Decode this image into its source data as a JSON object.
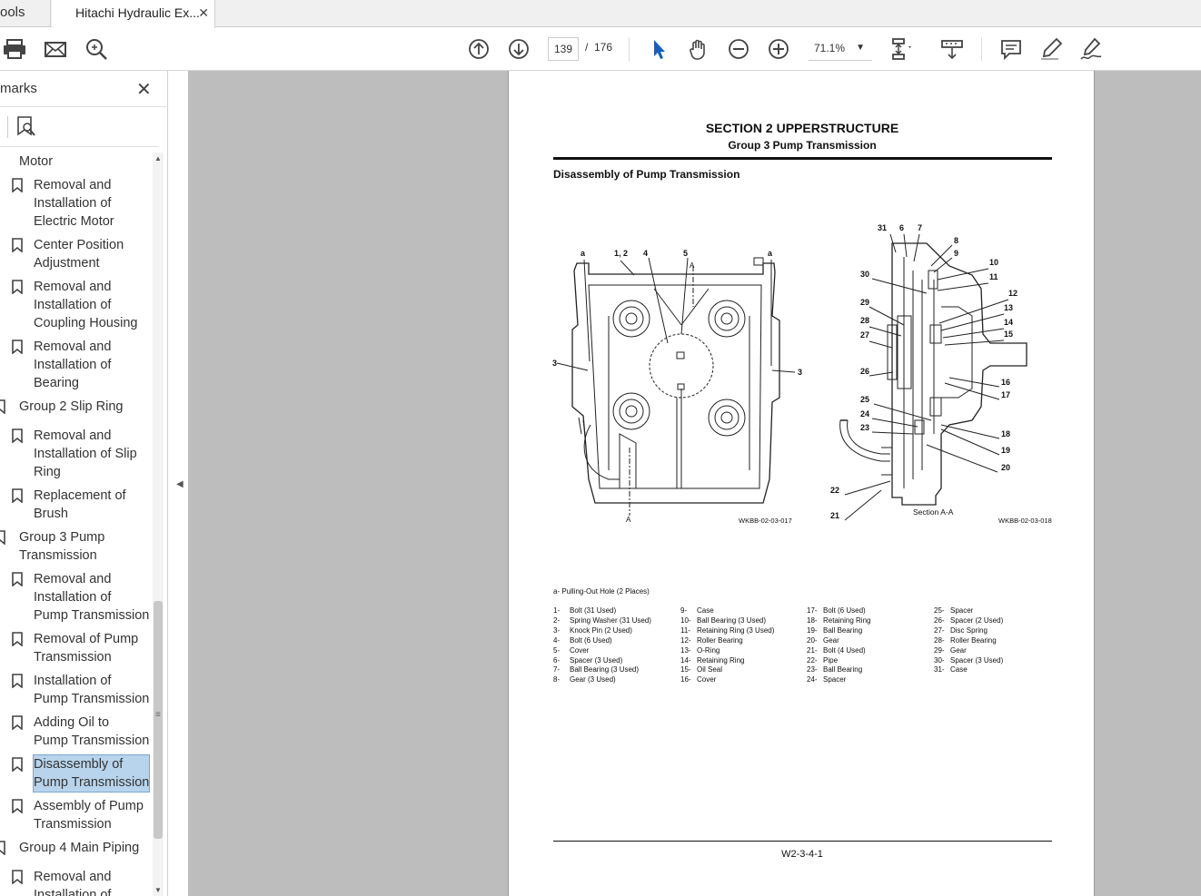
{
  "tabs": {
    "tools_label": "ools",
    "document_label": "Hitachi Hydraulic Ex...",
    "close_glyph": "✕"
  },
  "toolbar": {
    "current_page": "139",
    "page_separator": "/",
    "total_pages": "176",
    "zoom": "71.1%",
    "icons": [
      "print-icon",
      "email-icon",
      "search-icon",
      "page-up-icon",
      "page-down-icon",
      "select-cursor-icon",
      "hand-icon",
      "zoom-out-icon",
      "zoom-in-icon",
      "fit-page-icon",
      "scroll-mode-icon",
      "comment-icon",
      "highlight-icon",
      "sign-icon"
    ]
  },
  "sidebar": {
    "title": "marks",
    "items": [
      {
        "label": "Motor",
        "level": 1,
        "lines": [
          "Motor"
        ]
      },
      {
        "label": "Removal and Installation of Electric Motor",
        "level": 2,
        "lines": [
          "Removal and",
          "Installation of",
          "Electric Motor"
        ]
      },
      {
        "label": "Center Position Adjustment",
        "level": 2,
        "lines": [
          "Center Position",
          "Adjustment"
        ]
      },
      {
        "label": "Removal and Installation of Coupling Housing",
        "level": 2,
        "lines": [
          "Removal and",
          "Installation of",
          "Coupling Housing"
        ]
      },
      {
        "label": "Removal and Installation of Bearing",
        "level": 2,
        "lines": [
          "Removal and",
          "Installation of",
          "Bearing"
        ]
      },
      {
        "label": "Group 2 Slip Ring",
        "level": 1,
        "lines": [
          "Group 2 Slip Ring"
        ]
      },
      {
        "label": "Removal and Installation of Slip Ring",
        "level": 2,
        "lines": [
          "Removal and",
          "Installation of Slip",
          "Ring"
        ]
      },
      {
        "label": "Replacement of Brush",
        "level": 2,
        "lines": [
          "Replacement of",
          "Brush"
        ]
      },
      {
        "label": "Group 3 Pump Transmission",
        "level": 1,
        "lines": [
          "Group 3 Pump",
          "Transmission"
        ]
      },
      {
        "label": "Removal and Installation of Pump Transmission",
        "level": 2,
        "lines": [
          "Removal and",
          "Installation of",
          "Pump Transmission"
        ]
      },
      {
        "label": "Removal of Pump Transmission",
        "level": 2,
        "lines": [
          "Removal of Pump",
          "Transmission"
        ]
      },
      {
        "label": "Installation of Pump Transmission",
        "level": 2,
        "lines": [
          "Installation of",
          "Pump Transmission"
        ]
      },
      {
        "label": "Adding Oil to Pump Transmission",
        "level": 2,
        "lines": [
          "Adding Oil to",
          "Pump Transmission"
        ]
      },
      {
        "label": "Disassembly of Pump Transmission",
        "level": 2,
        "lines": [
          "Disassembly of",
          "Pump Transmission"
        ],
        "selected": true
      },
      {
        "label": "Assembly of Pump Transmission",
        "level": 2,
        "lines": [
          "Assembly of Pump",
          "Transmission"
        ]
      },
      {
        "label": "Group 4 Main Piping",
        "level": 1,
        "lines": [
          "Group 4 Main Piping"
        ]
      },
      {
        "label": "Removal and Installation of",
        "level": 2,
        "lines": [
          "Removal and",
          "Installation of"
        ]
      }
    ]
  },
  "page": {
    "section_title": "SECTION 2 UPPERSTRUCTURE",
    "group_title": "Group 3 Pump Transmission",
    "heading": "Disassembly of Pump Transmission",
    "figure_code_left": "WKBB-02-03-017",
    "figure_code_right": "WKBB-02-03-018",
    "section_label": "Section A-A",
    "legend_a": "a-    Pulling-Out Hole (2 Places)",
    "parts_columns": [
      [
        [
          "1-",
          "Bolt (31 Used)"
        ],
        [
          "2-",
          "Spring Washer (31 Used)"
        ],
        [
          "3-",
          "Knock Pin (2 Used)"
        ],
        [
          "4-",
          "Bolt (6 Used)"
        ],
        [
          "5-",
          "Cover"
        ],
        [
          "6-",
          "Spacer (3 Used)"
        ],
        [
          "7-",
          "Ball Bearing (3 Used)"
        ],
        [
          "8-",
          "Gear (3 Used)"
        ]
      ],
      [
        [
          "9-",
          "Case"
        ],
        [
          "10-",
          "Ball Bearing (3 Used)"
        ],
        [
          "11-",
          "Retaining Ring (3 Used)"
        ],
        [
          "12-",
          "Roller Bearing"
        ],
        [
          "13-",
          "O-Ring"
        ],
        [
          "14-",
          "Retaining Ring"
        ],
        [
          "15-",
          "Oil Seal"
        ],
        [
          "16-",
          "Cover"
        ]
      ],
      [
        [
          "17-",
          "Bolt (6 Used)"
        ],
        [
          "18-",
          "Retaining Ring"
        ],
        [
          "19-",
          "Ball Bearing"
        ],
        [
          "20-",
          "Gear"
        ],
        [
          "21-",
          "Bolt (4 Used)"
        ],
        [
          "22-",
          "Pipe"
        ],
        [
          "23-",
          "Ball Bearing"
        ],
        [
          "24-",
          "Spacer"
        ]
      ],
      [
        [
          "25-",
          "Spacer"
        ],
        [
          "26-",
          "Spacer (2 Used)"
        ],
        [
          "27-",
          "Disc Spring"
        ],
        [
          "28-",
          "Roller Bearing"
        ],
        [
          "29-",
          "Gear"
        ],
        [
          "30-",
          "Spacer (3 Used)"
        ],
        [
          "31-",
          "Case"
        ]
      ]
    ],
    "page_number": "W2-3-4-1",
    "left_callouts": [
      "a",
      "1, 2",
      "4",
      "5",
      "a",
      "3",
      "3",
      "A",
      "A"
    ],
    "right_callouts": [
      "31",
      "6",
      "7",
      "8",
      "9",
      "10",
      "11",
      "30",
      "12",
      "29",
      "13",
      "28",
      "14",
      "27",
      "15",
      "26",
      "16",
      "17",
      "25",
      "24",
      "18",
      "23",
      "19",
      "20",
      "22",
      "21"
    ]
  }
}
